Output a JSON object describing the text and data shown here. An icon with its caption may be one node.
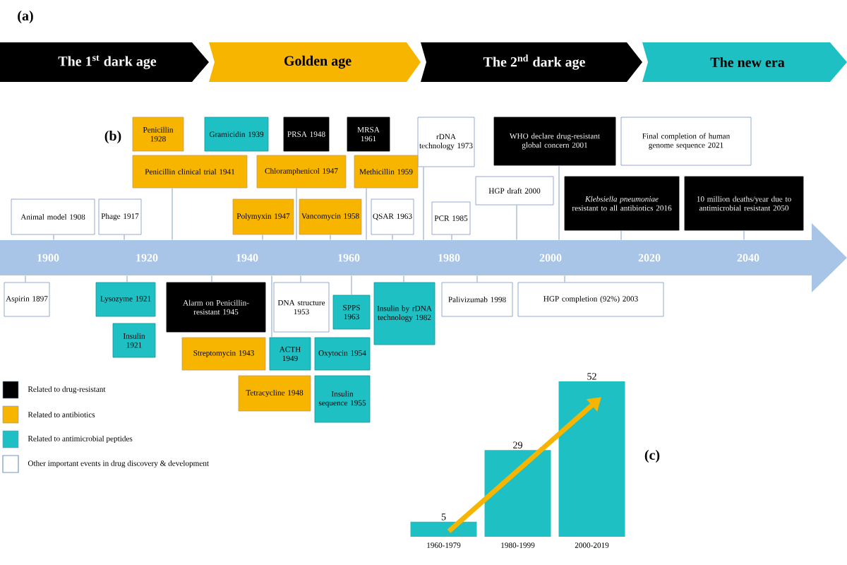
{
  "diagram": {
    "nodes": [
      {
        "text": [
          "The 1$^{st}$ dark age"
        ]
      },
      {
        "text": [
          "Golden age"
        ]
      },
      {
        "text": [
          "The 2$^{nd}$ dark age"
        ]
      },
      {
        "text": [
          "The new era"
        ]
      },
      {
        "text": [],
        "shape": "arrow"
      },
      {
        "text": [
          "Penicillin 1928"
        ]
      },
      {
        "text": [
          "Gramicidin 1939"
        ]
      },
      {
        "text": [
          "PRSA 1948"
        ]
      },
      {
        "text": [
          "MRSA 1961"
        ]
      },
      {
        "text": [
          "rDNA technology 1973"
        ]
      },
      {
        "text": [
          "WHO declare drug-resistant global concern 2001"
        ]
      },
      {
        "text": [
          "Final completion of human genome sequence 2021"
        ]
      },
      {
        "text": [
          "Penicillin clinical trial 1941"
        ]
      },
      {
        "text": [
          "Chloramphenicol 1947"
        ]
      },
      {
        "text": [
          "Methicillin 1959"
        ]
      },
      {
        "text": [
          "HGP draft 2000"
        ]
      },
      {
        "text": [
          "*Klebsiella pneumoniae* resistant to all antibiotics 2016"
        ]
      },
      {
        "text": [
          "10 million deaths/year due to antimicrobial resistant 2050"
        ]
      },
      {
        "text": [
          "Animal model 1908"
        ]
      },
      {
        "text": [
          "Phage 1917"
        ]
      },
      {
        "text": [
          "Polymyxin 1947"
        ]
      },
      {
        "text": [
          "Vancomycin 1958"
        ]
      },
      {
        "text": [
          "QSAR 1963"
        ]
      },
      {
        "text": [
          "PCR 1985"
        ]
      },
      {
        "text": [
          "Aspirin 1897"
        ]
      },
      {
        "text": [
          "Lysozyme 1921"
        ]
      },
      {
        "text": [
          "Alarm on Penicillin-resistant 1945"
        ]
      },
      {
        "text": [
          "DNA structure 1953"
        ]
      },
      {
        "text": [
          "SPPS 1963"
        ]
      },
      {
        "text": [
          "Insulin by rDNA technology 1982"
        ]
      },
      {
        "text": [
          "Palivizumab 1998"
        ]
      },
      {
        "text": [
          "HGP completion (92%) 2003"
        ]
      },
      {
        "text": [
          "Insulin 1921"
        ]
      },
      {
        "text": [
          "Streptomycin 1943"
        ]
      },
      {
        "text": [
          "ACTH 1949"
        ]
      },
      {
        "text": [
          "Oxytocin 1954"
        ]
      },
      {
        "text": [
          "Tetracycline 1948"
        ]
      },
      {
        "text": [
          "Insulin sequence 1955"
        ]
      }
    ],
    "edges": [
      {
        "from": 12,
        "to": 4,
        "arrow": "none"
      },
      {
        "from": 13,
        "to": 4,
        "arrow": "none"
      },
      {
        "from": 14,
        "to": 4,
        "arrow": "none"
      },
      {
        "from": 9,
        "to": 4,
        "arrow": "none"
      },
      {
        "from": 15,
        "to": 4,
        "arrow": "none"
      },
      {
        "from": 10,
        "to": 4,
        "arrow": "none"
      },
      {
        "from": 18,
        "to": 4,
        "arrow": "none"
      },
      {
        "from": 19,
        "to": 4,
        "arrow": "none"
      },
      {
        "from": 20,
        "to": 4,
        "arrow": "none"
      },
      {
        "from": 21,
        "to": 4,
        "arrow": "none"
      },
      {
        "from": 22,
        "to": 4,
        "arrow": "none"
      },
      {
        "from": 23,
        "to": 4,
        "arrow": "none"
      },
      {
        "from": 16,
        "to": 4,
        "arrow": "none"
      },
      {
        "from": 17,
        "to": 4,
        "arrow": "none"
      },
      {
        "from": 24,
        "to": 4,
        "arrow": "none"
      },
      {
        "from": 25,
        "to": 4,
        "arrow": "none"
      },
      {
        "from": 26,
        "to": 4,
        "arrow": "none"
      },
      {
        "from": 27,
        "to": 4,
        "arrow": "none"
      },
      {
        "from": 28,
        "to": 4,
        "arrow": "none"
      },
      {
        "from": 29,
        "to": 4,
        "arrow": "none"
      },
      {
        "from": 30,
        "to": 4,
        "arrow": "none"
      },
      {
        "from": 31,
        "to": 4,
        "arrow": "none"
      },
      {
        "from": 34,
        "to": 4,
        "arrow": "none"
      }
    ],
    "labels": [
      "(a)",
      "(b)",
      "1900",
      "1920",
      "1940",
      "1960",
      "1980",
      "2000",
      "2020",
      "2040",
      "(c)"
    ],
    "legend": [
      {
        "text": "Related to drug-resistant",
        "color": "#000000"
      },
      {
        "text": "Related to antibiotics",
        "color": "#f7b500"
      },
      {
        "text": "Related to antimicrobial peptides",
        "color": "#1fc0c4"
      },
      {
        "text": "Other important events in drug discovery & development"
      }
    ],
    "chart_data": {
      "type": "bar",
      "categories": [
        "1960-1979",
        "1980-1999",
        "2000-2019"
      ],
      "series": [
        {
          "color": "#1fc0c4",
          "values": [
            5,
            29,
            52
          ]
        }
      ],
      "data_labels": true
    }
  }
}
